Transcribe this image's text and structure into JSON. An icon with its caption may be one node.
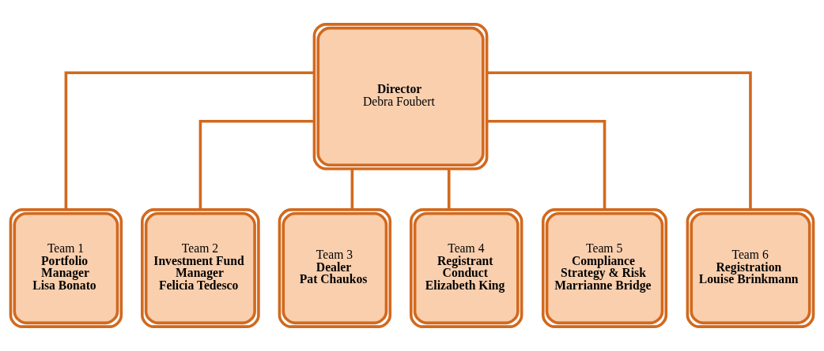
{
  "diagram": {
    "nodes": [
      {
        "text": [
          "Director",
          "Debra Foubert"
        ]
      },
      {
        "text": [
          "Team 1",
          "Portfolio Manager",
          "Lisa Bonato"
        ]
      },
      {
        "text": [
          "Team 2",
          "Investment Fund Manager",
          "Felicia Tedesco"
        ]
      },
      {
        "text": [
          "Team 3",
          "Dealer",
          "Pat Chaukos"
        ]
      },
      {
        "text": [
          "Team 4",
          "Registrant Conduct",
          "Elizabeth King"
        ]
      },
      {
        "text": [
          "Team 5",
          "Compliance Strategy & Risk",
          "Marrianne Bridge"
        ]
      },
      {
        "text": [
          "Team 6",
          "Registration",
          "Louise Brinkmann"
        ]
      }
    ],
    "edges": [
      {
        "from": 0,
        "to": 1,
        "arrow": "none"
      },
      {
        "from": 0,
        "to": 2,
        "arrow": "none"
      },
      {
        "from": 0,
        "to": 3,
        "arrow": "none"
      },
      {
        "from": 0,
        "to": 4,
        "arrow": "none"
      },
      {
        "from": 0,
        "to": 5,
        "arrow": "none"
      },
      {
        "from": 0,
        "to": 6,
        "arrow": "none"
      }
    ]
  }
}
